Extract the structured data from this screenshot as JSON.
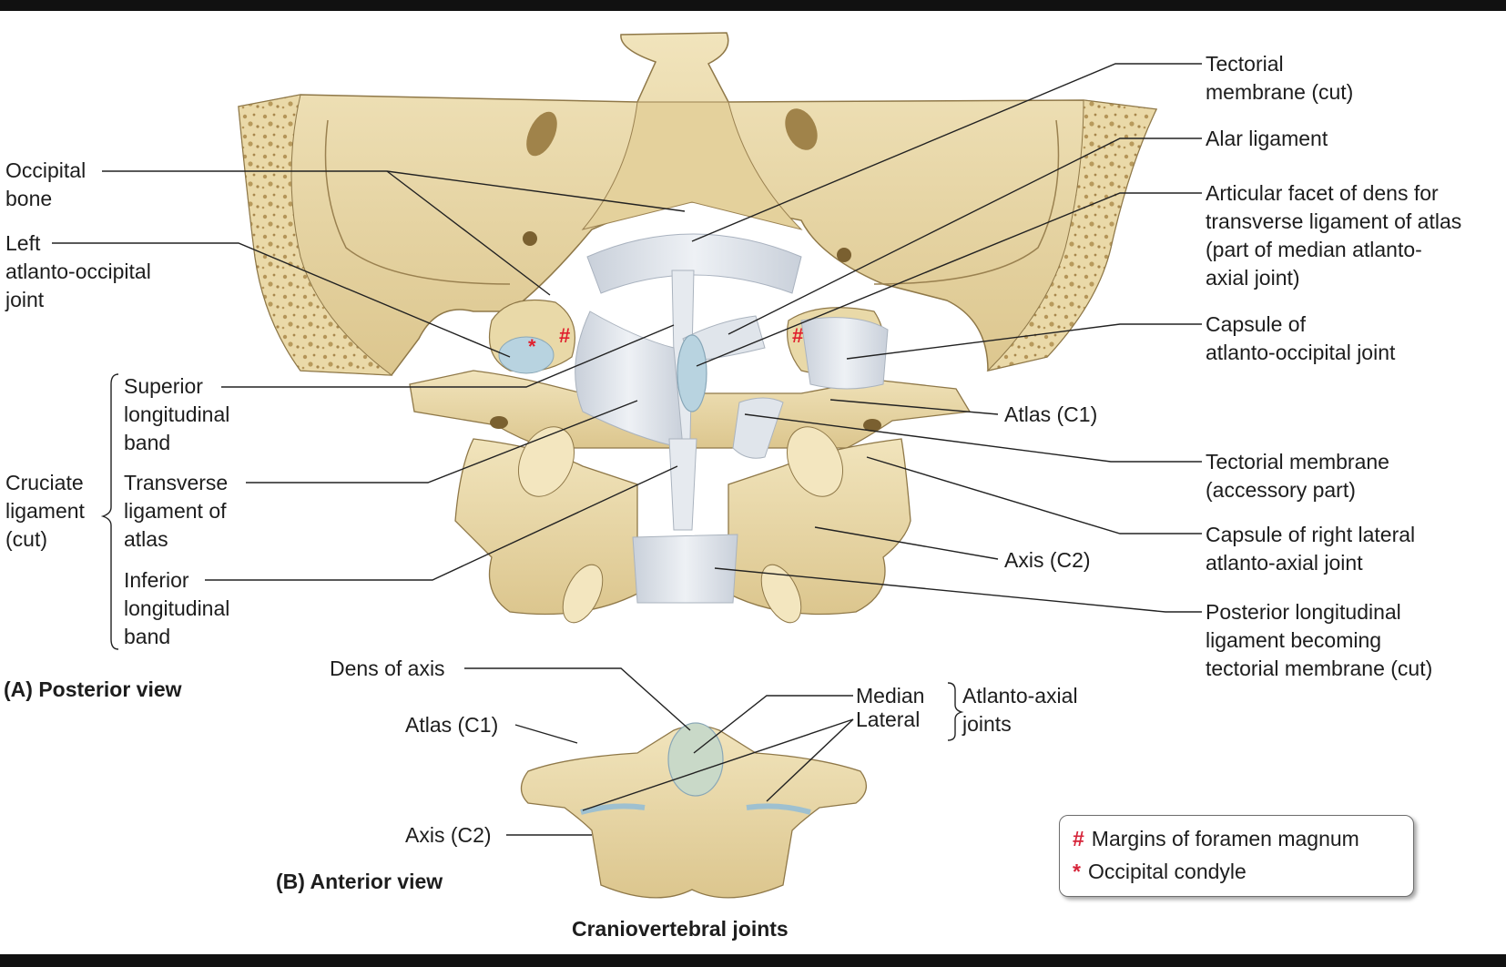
{
  "colors": {
    "bone": "#e8d8a6",
    "bone_shadow": "#c9b27a",
    "bone_light": "#f3e9c8",
    "ligament": "#dfe4ea",
    "ligament_line": "#b9c1cc",
    "cartilage": "#b8d3e0",
    "marker_red": "#e0202e",
    "leader": "#222222"
  },
  "panel_a": {
    "caption": "(A) Posterior view",
    "labels": {
      "occipital_bone": "Occipital\nbone",
      "left_ao_joint": "Left\natlanto-occipital\njoint",
      "cruciate": "Cruciate\nligament\n(cut)",
      "superior_band": "Superior\nlongitudinal\nband",
      "transverse_ligament": "Transverse\nligament of\natlas",
      "inferior_band": "Inferior\nlongitudinal\nband",
      "tectorial_cut": "Tectorial\nmembrane (cut)",
      "alar": "Alar ligament",
      "articular_facet": "Articular facet of dens for\ntransverse ligament of atlas\n(part of median atlanto-\naxial joint)",
      "capsule_ao": "Capsule of\natlanto-occipital joint",
      "atlas": "Atlas (C1)",
      "tectorial_accessory": "Tectorial membrane\n(accessory part)",
      "capsule_lateral_aa": "Capsule of right lateral\natlanto-axial joint",
      "axis": "Axis (C2)",
      "posterior_longitudinal": "Posterior longitudinal\nligament becoming\ntectorial membrane (cut)"
    }
  },
  "panel_b": {
    "caption": "(B) Anterior view",
    "labels": {
      "dens": "Dens of axis",
      "atlas": "Atlas (C1)",
      "axis": "Axis (C2)",
      "median": "Median",
      "lateral": "Lateral",
      "aa_joints": "Atlanto-axial\njoints"
    }
  },
  "figure_title": "Craniovertebral joints",
  "legend": {
    "items": [
      {
        "symbol": "#",
        "label": "Margins of foramen magnum"
      },
      {
        "symbol": "*",
        "label": "Occipital condyle"
      }
    ]
  },
  "markers": {
    "hash": "#",
    "star": "*"
  }
}
